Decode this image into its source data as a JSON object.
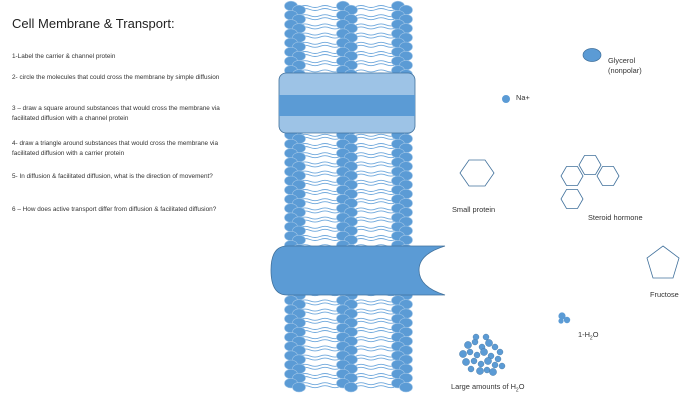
{
  "worksheet": {
    "title": "Cell Membrane & Transport:",
    "questions": [
      "1-Label the carrier & channel protein",
      "2- circle the molecules that could cross the membrane by simple diffusion",
      "3 – draw a square around substances that would cross the membrane via facilitated diffusion with a channel protein",
      "4- draw a triangle around substances that would cross the membrane via facilitated diffusion with a carrier protein",
      "5- In diffusion & facilitated diffusion, what is the direction of movement?",
      "6 – How does active transport differ from diffusion & facilitated diffusion?"
    ]
  },
  "molecules": {
    "glycerol": "Glycerol (nonpolar)",
    "glycerol_line1": "Glycerol",
    "glycerol_line2": "(nonpolar)",
    "sodium": "Na+",
    "small_protein": "Small protein",
    "steroid_hormone": "Steroid hormone",
    "fructose": "Fructose",
    "single_water_prefix": "1-H",
    "single_water_sub": "2",
    "single_water_suffix": "O",
    "many_water_prefix": "Large amounts of H",
    "many_water_sub": "2",
    "many_water_suffix": "O"
  },
  "colors": {
    "membrane_head": "#5b9bd5",
    "channel_light": "#9dc3e6",
    "channel_mid": "#5b9bd5",
    "molecule_fill": "#5b9bd5",
    "outline": "#41719c"
  },
  "icons": [
    "phospholipid-bilayer-icon",
    "channel-protein-icon",
    "carrier-protein-icon",
    "hexagon-icon",
    "pentagon-icon",
    "water-molecule-icon"
  ]
}
